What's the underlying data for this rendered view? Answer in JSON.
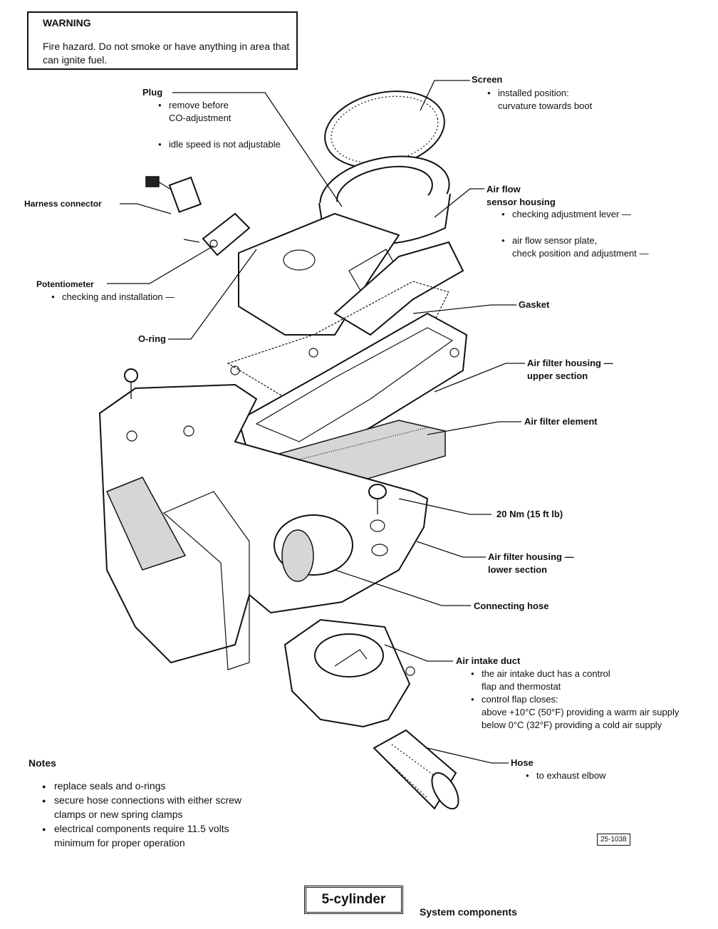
{
  "warning": {
    "title": "WARNING",
    "text": "Fire hazard. Do not smoke or have anything in area that can ignite fuel."
  },
  "labels": {
    "screen": {
      "title": "Screen",
      "bullets": [
        "installed position:",
        "curvature towards boot"
      ]
    },
    "plug": {
      "title": "Plug",
      "bullets": [
        "remove before",
        "CO-adjustment",
        "idle speed is not adjustable"
      ]
    },
    "harness": {
      "title": "Harness connector"
    },
    "airflow": {
      "title_1": "Air flow",
      "title_2": "sensor housing",
      "bullets": [
        "checking adjustment lever —",
        "air flow sensor plate,",
        "check position and adjustment —"
      ]
    },
    "potentiometer": {
      "title": "Potentiometer",
      "bullets": [
        "checking and installation —"
      ]
    },
    "gasket": {
      "title": "Gasket"
    },
    "oring": {
      "title": "O-ring"
    },
    "filter_upper": {
      "title_1": "Air filter housing —",
      "title_2": "upper section"
    },
    "filter_element": {
      "title": "Air filter element"
    },
    "torque": {
      "title": "20 Nm (15 ft lb)"
    },
    "filter_lower": {
      "title_1": "Air filter housing —",
      "title_2": "lower section"
    },
    "connecting_hose": {
      "title": "Connecting hose"
    },
    "intake_duct": {
      "title": "Air intake duct",
      "bullets": [
        "the air intake duct has a control",
        "flap and thermostat",
        "control flap closes:",
        "above +10°C (50°F) providing a warm air supply",
        "below 0°C (32°F) providing a cold air supply"
      ]
    },
    "hose": {
      "title": "Hose",
      "bullets": [
        "to exhaust elbow"
      ]
    }
  },
  "notes": {
    "title": "Notes",
    "items": [
      "replace seals and o-rings",
      "secure hose connections with either screw",
      "clamps or new spring clamps",
      "electrical components require 11.5 volts",
      "minimum for proper operation"
    ]
  },
  "figure_number": "25-1038",
  "title": "5-cylinder",
  "subtitle": "System components"
}
